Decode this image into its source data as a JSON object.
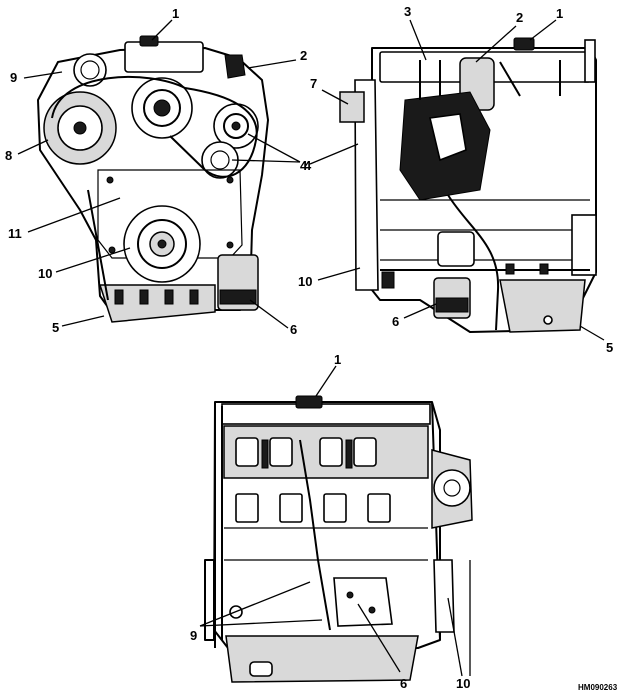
{
  "figure": {
    "id_code": "HM090263",
    "callouts": {
      "front_view": [
        {
          "key": "fv-1",
          "label": "1"
        },
        {
          "key": "fv-2",
          "label": "2"
        },
        {
          "key": "fv-9",
          "label": "9"
        },
        {
          "key": "fv-8",
          "label": "8"
        },
        {
          "key": "fv-4",
          "label": "4"
        },
        {
          "key": "fv-11",
          "label": "11"
        },
        {
          "key": "fv-10",
          "label": "10"
        },
        {
          "key": "fv-5",
          "label": "5"
        },
        {
          "key": "fv-6",
          "label": "6"
        }
      ],
      "side_view": [
        {
          "key": "sv-3",
          "label": "3"
        },
        {
          "key": "sv-2",
          "label": "2"
        },
        {
          "key": "sv-1",
          "label": "1"
        },
        {
          "key": "sv-7",
          "label": "7"
        },
        {
          "key": "sv-4",
          "label": "4"
        },
        {
          "key": "sv-10",
          "label": "10"
        },
        {
          "key": "sv-6",
          "label": "6"
        },
        {
          "key": "sv-5",
          "label": "5"
        }
      ],
      "rear_view": [
        {
          "key": "rv-1",
          "label": "1"
        },
        {
          "key": "rv-9",
          "label": "9"
        },
        {
          "key": "rv-6",
          "label": "6"
        },
        {
          "key": "rv-10",
          "label": "10"
        }
      ]
    }
  }
}
